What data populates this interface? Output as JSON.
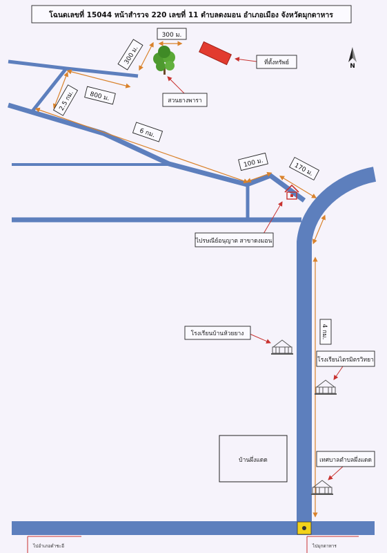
{
  "header": {
    "title": "โฉนดเลขที่ 15044 หน้าสำรวจ 220 เลขที่ 11 ตำบลดงมอน อำเภอเมือง จังหวัดมุกดาหาร"
  },
  "compass": {
    "label": "N"
  },
  "distances": {
    "d300_top": "300 ม.",
    "d300_diag": "300 ม.",
    "d800": "800 ม.",
    "d2_5": "2.5 กม.",
    "d6": "6 กม.",
    "d100": "100 ม.",
    "d170": "170 ม.",
    "d4": "4 กม."
  },
  "places": {
    "property": "ที่ตั้งทรัพย์",
    "rubber": "สวนยางพารา",
    "post_office": "ไปรษณีย์อนุญาต สาขาดงมอน",
    "school_huaiyang": "โรงเรียนบ้านห้วยยาง",
    "school_traimit": "โรงเรียนไตรมิตรวิทยา",
    "village": "บ้านผึ่งแดด",
    "municipality": "เทศบาลตำบลผึ่งแดด"
  },
  "bottom": {
    "left_dest": "ไปอำเภอดำชะอี",
    "right_dest": "ไปมุกดาหาร"
  },
  "colors": {
    "road": "#5d7fbd",
    "measure": "#d9822b",
    "pointer": "#c8322f",
    "property": "#e23b2f",
    "tree": "#4e9a2f"
  }
}
